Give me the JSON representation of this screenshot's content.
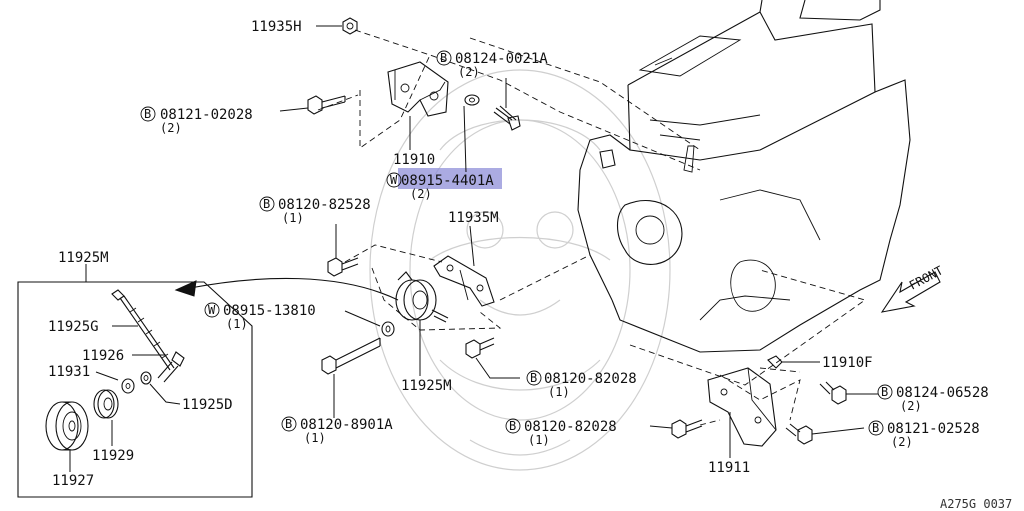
{
  "diagram_ref": "A275G 0037",
  "front_label": "FRONT",
  "parts": {
    "p11935H": "11935H",
    "p08124_0021A": {
      "prefix": "B",
      "code": "08124-0021A",
      "qty": "(2)"
    },
    "p08121_02028": {
      "prefix": "B",
      "code": "08121-02028",
      "qty": "(2)"
    },
    "p11910": "11910",
    "p08915_4401A": {
      "prefix": "W",
      "code": "08915-4401A",
      "qty": "(2)"
    },
    "p08120_82528": {
      "prefix": "B",
      "code": "08120-82528",
      "qty": "(1)"
    },
    "p11935M": "11935M",
    "p11925M_inset": "11925M",
    "p11925G": "11925G",
    "p11926": "11926",
    "p11931": "11931",
    "p11925D": "11925D",
    "p11929": "11929",
    "p11927": "11927",
    "p08915_13810": {
      "prefix": "W",
      "code": "08915-13810",
      "qty": "(1)"
    },
    "p11925M": "11925M",
    "p08120_82028_mid": {
      "prefix": "B",
      "code": "08120-82028",
      "qty": "(1)"
    },
    "p08120_8901A": {
      "prefix": "B",
      "code": "08120-8901A",
      "qty": "(1)"
    },
    "p08120_82028_low": {
      "prefix": "B",
      "code": "08120-82028",
      "qty": "(1)"
    },
    "p11910F": "11910F",
    "p08124_06528": {
      "prefix": "B",
      "code": "08124-06528",
      "qty": "(2)"
    },
    "p08121_02528": {
      "prefix": "B",
      "code": "08121-02528",
      "qty": "(2)"
    },
    "p11911": "11911"
  }
}
